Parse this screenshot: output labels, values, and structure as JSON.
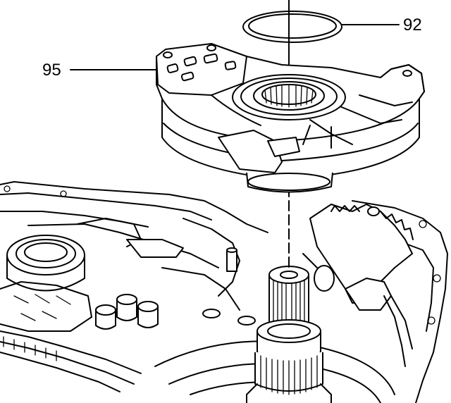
{
  "diagram": {
    "callouts": [
      {
        "id": "92",
        "label": "92"
      },
      {
        "id": "95",
        "label": "95"
      }
    ],
    "colors": {
      "ink": "#000000",
      "paper": "#ffffff"
    }
  }
}
